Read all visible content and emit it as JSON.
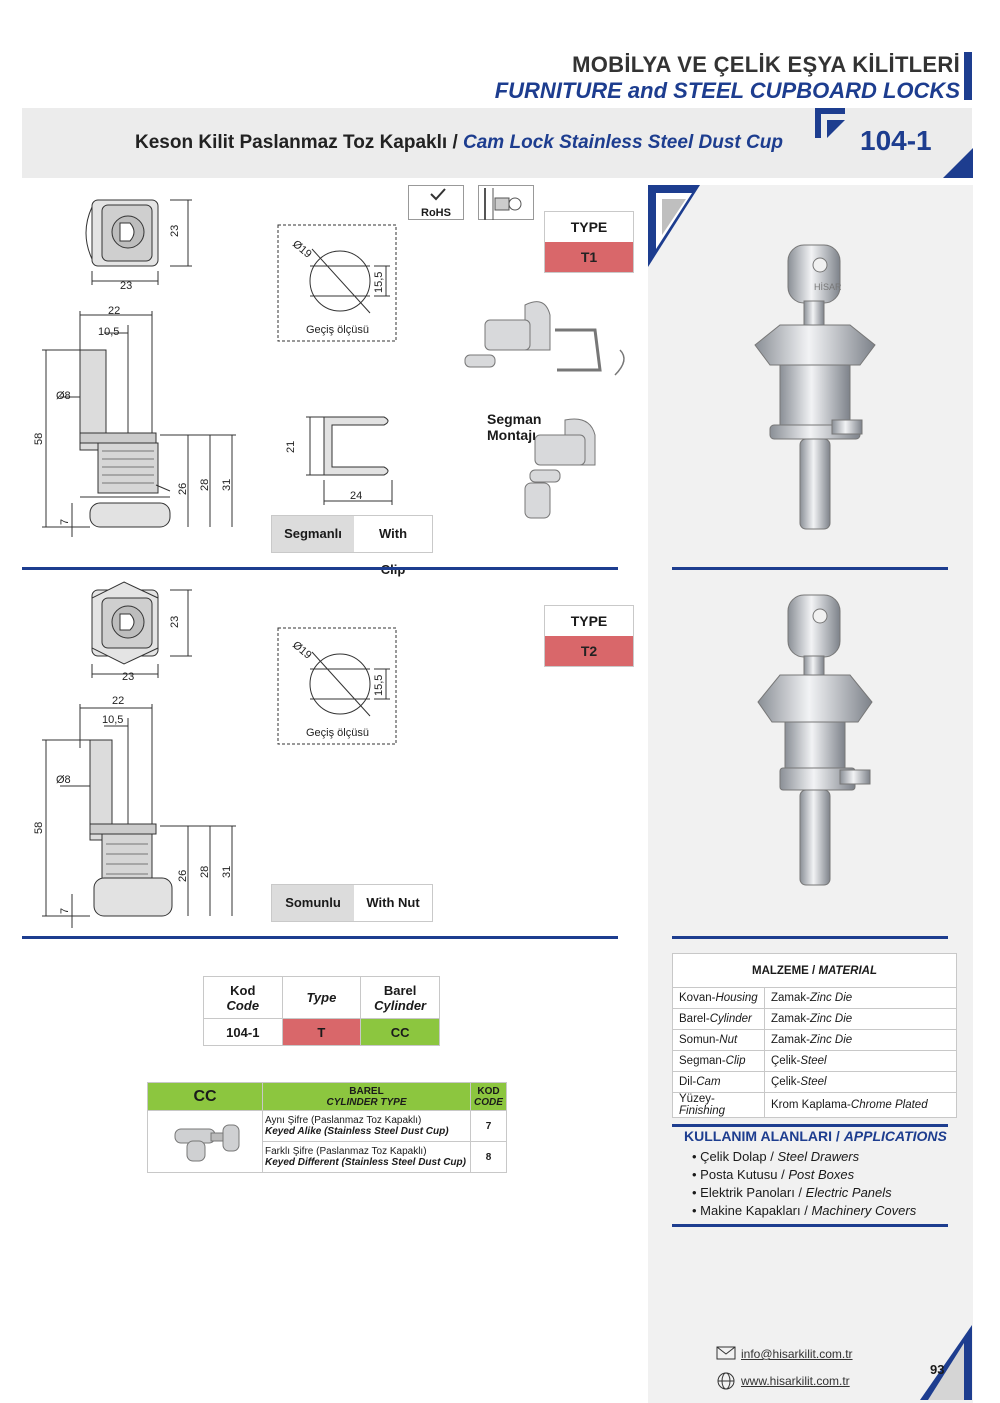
{
  "header": {
    "title_tr": "MOBİLYA VE ÇELİK EŞYA KİLİTLERİ",
    "title_en": "FURNITURE and STEEL CUPBOARD LOCKS",
    "product_tr": "Keson Kilit Paslanmaz Toz Kapaklı /",
    "product_en": "Cam Lock Stainless Steel Dust Cup",
    "code": "104-1"
  },
  "badges": {
    "rohs": "RoHS"
  },
  "type1": {
    "label": "TYPE",
    "value": "T1",
    "variant_tr": "Segmanlı",
    "variant_en": "With Clip"
  },
  "type2": {
    "label": "TYPE",
    "value": "T2",
    "variant_tr": "Somunlu",
    "variant_en": "With Nut"
  },
  "segman": {
    "line1": "Segman",
    "line2": "Montajı"
  },
  "dims": {
    "w23": "23",
    "h23": "23",
    "d22": "22",
    "d10_5": "10,5",
    "d8": "Ø8",
    "h58": "58",
    "h26": "26",
    "h28": "28",
    "h31": "31",
    "h7": "7",
    "hole_d": "Ø19",
    "hole_h": "15,5",
    "hole_label": "Geçiş ölçüsü",
    "clip_h": "21",
    "clip_w": "24"
  },
  "code_table": {
    "h_kod": "Kod",
    "h_code": "Code",
    "h_type": "Type",
    "h_barel": "Barel",
    "h_cylinder": "Cylinder",
    "row": {
      "code": "104-1",
      "type": "T",
      "cyl": "CC"
    },
    "colors": {
      "type": "#d9676a",
      "cyl": "#8cc63f"
    }
  },
  "cc_table": {
    "head": "CC",
    "h_barel": "BAREL",
    "h_cyl": "CYLINDER TYPE",
    "h_kod": "KOD",
    "h_code": "CODE",
    "rows": [
      {
        "tr": "Aynı Şifre (Paslanmaz Toz Kapaklı)",
        "en": "Keyed Alike (Stainless Steel Dust Cup)",
        "code": "7"
      },
      {
        "tr": "Farklı Şifre (Paslanmaz Toz Kapaklı)",
        "en": "Keyed Different (Stainless Steel Dust Cup)",
        "code": "8"
      }
    ]
  },
  "material": {
    "head_tr": "MALZEME /",
    "head_en": "MATERIAL",
    "rows": [
      {
        "p_tr": "Kovan-",
        "p_en": "Housing",
        "m": "Zamak-",
        "m_en": "Zinc Die"
      },
      {
        "p_tr": "Barel-",
        "p_en": "Cylinder",
        "m": "Zamak-",
        "m_en": "Zinc Die"
      },
      {
        "p_tr": "Somun-",
        "p_en": "Nut",
        "m": "Zamak-",
        "m_en": "Zinc Die"
      },
      {
        "p_tr": "Segman-",
        "p_en": "Clip",
        "m": "Çelik-",
        "m_en": "Steel"
      },
      {
        "p_tr": "Dil-",
        "p_en": "Cam",
        "m": "Çelik-",
        "m_en": "Steel"
      },
      {
        "p_tr": "Yüzey-",
        "p_en": "Finishing",
        "m": "Krom Kaplama-",
        "m_en": "Chrome Plated"
      }
    ]
  },
  "applications": {
    "head_tr": "KULLANIM ALANLARI /",
    "head_en": "APPLICATIONS",
    "items": [
      {
        "tr": "Çelik Dolap /",
        "en": "Steel Drawers"
      },
      {
        "tr": "Posta Kutusu /",
        "en": "Post Boxes"
      },
      {
        "tr": "Elektrik Panoları /",
        "en": "Electric Panels"
      },
      {
        "tr": "Makine Kapakları /",
        "en": "Machinery Covers"
      }
    ]
  },
  "contact": {
    "email": "info@hisarkilit.com.tr",
    "web": "www.hisarkilit.com.tr"
  },
  "page": "93",
  "key_brand": "HİSAR",
  "colors": {
    "accent": "#1d3d8f",
    "red": "#d9676a",
    "green": "#8cc63f"
  }
}
